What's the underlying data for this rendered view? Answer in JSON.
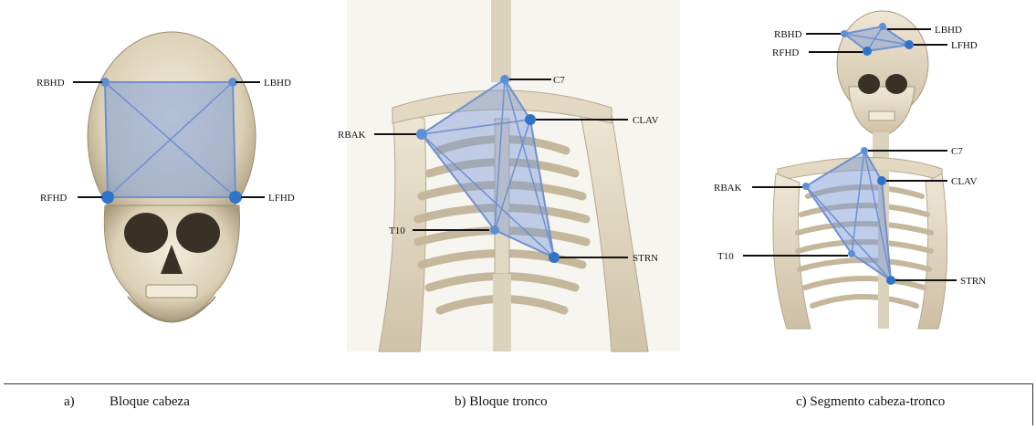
{
  "panels": {
    "a": {
      "markers": {
        "rbhd": "RBHD",
        "lbhd": "LBHD",
        "rfhd": "RFHD",
        "lfhd": "LFHD"
      },
      "caption_letter": "a)",
      "caption": "Bloque cabeza"
    },
    "b": {
      "markers": {
        "c7": "C7",
        "clav": "CLAV",
        "rbak": "RBAK",
        "t10": "T10",
        "strn": "STRN"
      },
      "caption": "b) Bloque tronco"
    },
    "c": {
      "markers": {
        "rbhd": "RBHD",
        "lbhd": "LBHD",
        "rfhd": "RFHD",
        "lfhd": "LFHD",
        "c7": "C7",
        "clav": "CLAV",
        "rbak": "RBAK",
        "t10": "T10",
        "strn": "STRN"
      },
      "caption": "c) Segmento cabeza-tronco"
    }
  },
  "colors": {
    "marker": "#2f74c9",
    "overlay": "#7d9cd6",
    "bone": "#e6ddc8",
    "bone_shadow": "#b7ab92"
  }
}
